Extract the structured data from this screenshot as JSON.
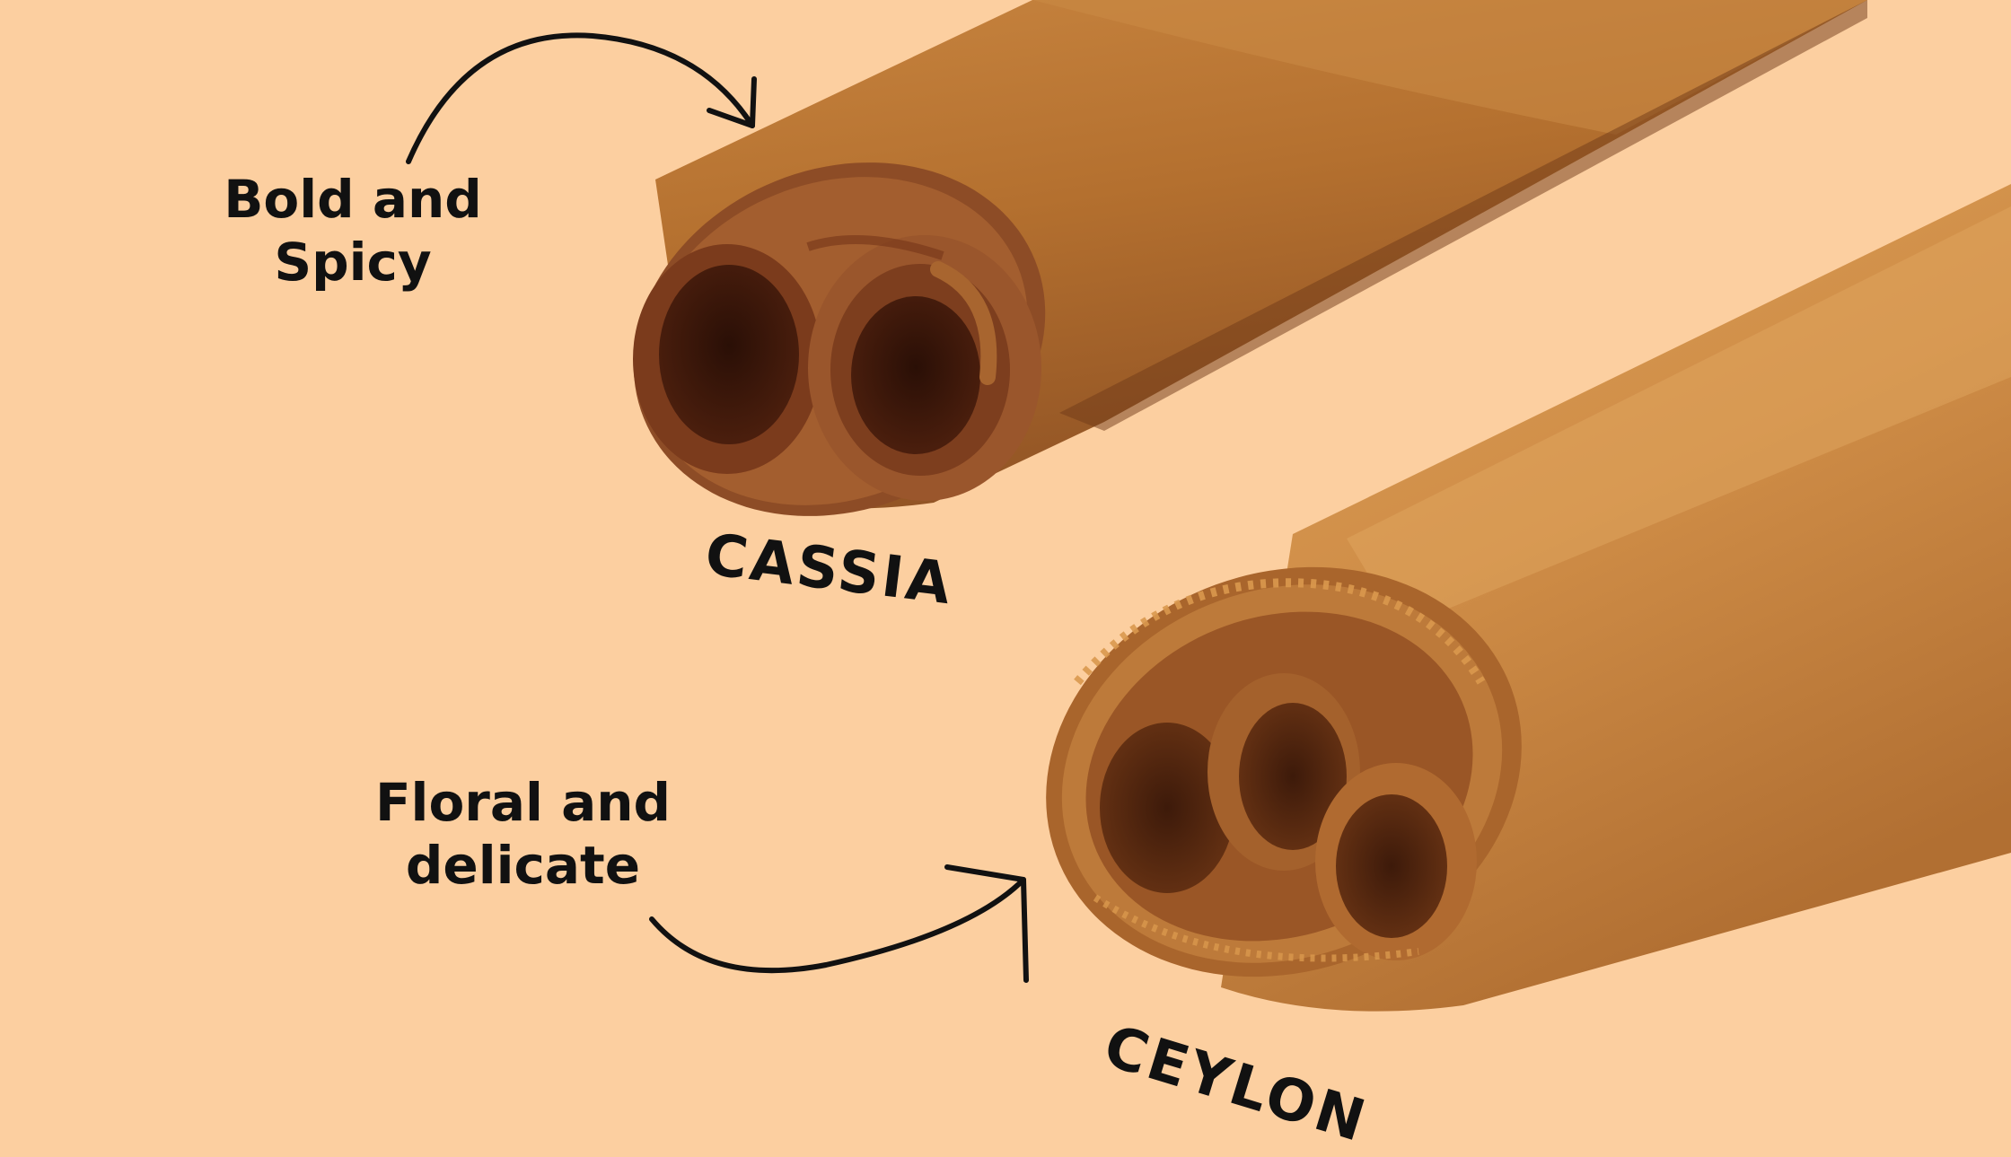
{
  "colors": {
    "background": "#fccfa0",
    "text": "#111111",
    "bark_light": "#d89248",
    "bark_mid": "#c07a38",
    "bark_dark": "#8a4a22",
    "bark_inner": "#3a160a"
  },
  "cassia": {
    "description_lines": [
      "Bold and",
      "Spicy"
    ],
    "name": "CASSIA"
  },
  "ceylon": {
    "description_lines": [
      "Floral and",
      "delicate"
    ],
    "name": "CEYLON"
  }
}
